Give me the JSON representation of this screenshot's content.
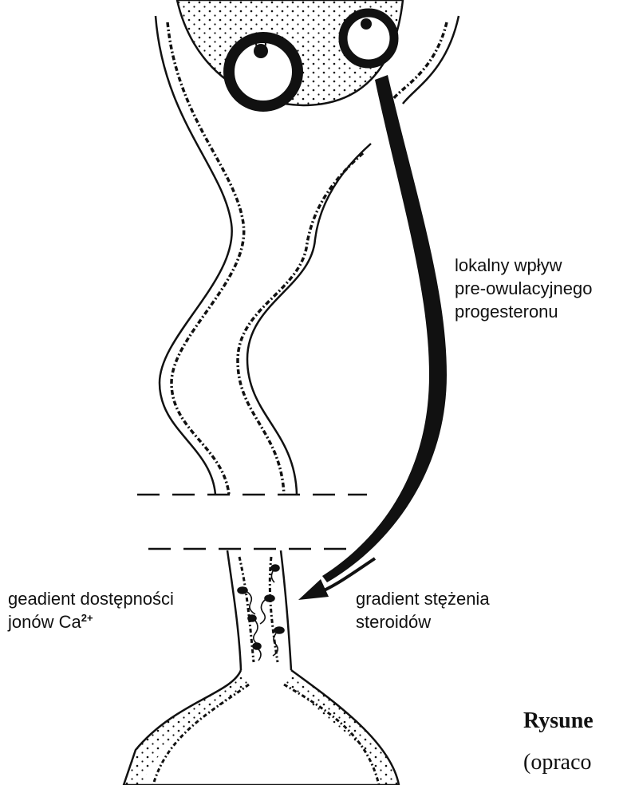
{
  "labels": {
    "progesterone": {
      "line1": "lokalny wpływ",
      "line2": "pre-owulacyjnego",
      "line3": "progesteronu"
    },
    "calcium": {
      "line1": "geadient dostępności",
      "line2": "jonów Ca",
      "line2_sup": "2+"
    },
    "steroids": {
      "line1": "gradient stężenia",
      "line2": "steroidów"
    }
  },
  "caption": {
    "line1": "Rysune",
    "line2": "(opraco"
  },
  "colors": {
    "ink": "#111111",
    "background": "#ffffff"
  }
}
